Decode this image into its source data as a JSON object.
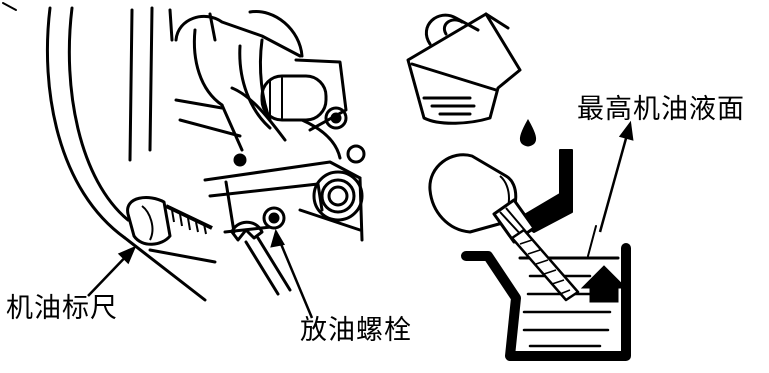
{
  "labels": {
    "dipstick": "机油标尺",
    "drain_bolt": "放油螺栓",
    "max_oil_level": "最高机油液面"
  },
  "colors": {
    "line": "#000000",
    "background": "#ffffff"
  },
  "icons": {
    "engine": "engine-illustration",
    "dipstick": "dipstick-icon",
    "drain_bolt": "drain-bolt-icon",
    "wrench": "wrench-icon",
    "oil_jug": "oil-jug-icon",
    "oil_drop": "oil-drop-icon",
    "filler_cap": "filler-cap-icon",
    "up_arrow": "up-arrow-icon"
  }
}
